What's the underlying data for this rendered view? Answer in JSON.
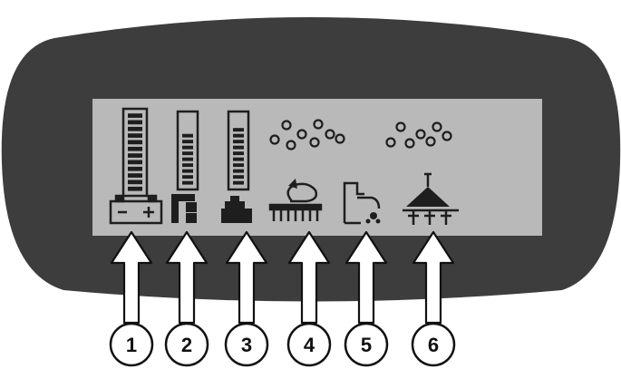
{
  "panel": {
    "housing_color": "#3d3d3d",
    "lcd_color": "#b9b9b9",
    "segment_color": "#1e1e1e"
  },
  "indicators": [
    {
      "id": "battery",
      "icon": "battery-icon",
      "has_bar_gauge": true,
      "level": 1.0
    },
    {
      "id": "clean-water",
      "icon": "water-tap-icon",
      "has_bar_gauge": true,
      "level": 0.75
    },
    {
      "id": "detergent",
      "icon": "detergent-container-icon",
      "has_bar_gauge": true,
      "level": 0.8
    },
    {
      "id": "brush",
      "icon": "brush-rotation-icon",
      "has_bar_gauge": false,
      "bubbles": true
    },
    {
      "id": "water-flow",
      "icon": "water-flow-icon",
      "has_bar_gauge": false,
      "bubbles": false
    },
    {
      "id": "spray",
      "icon": "spray-nozzle-icon",
      "has_bar_gauge": false,
      "bubbles": true
    }
  ],
  "callouts": [
    "1",
    "2",
    "3",
    "4",
    "5",
    "6"
  ]
}
